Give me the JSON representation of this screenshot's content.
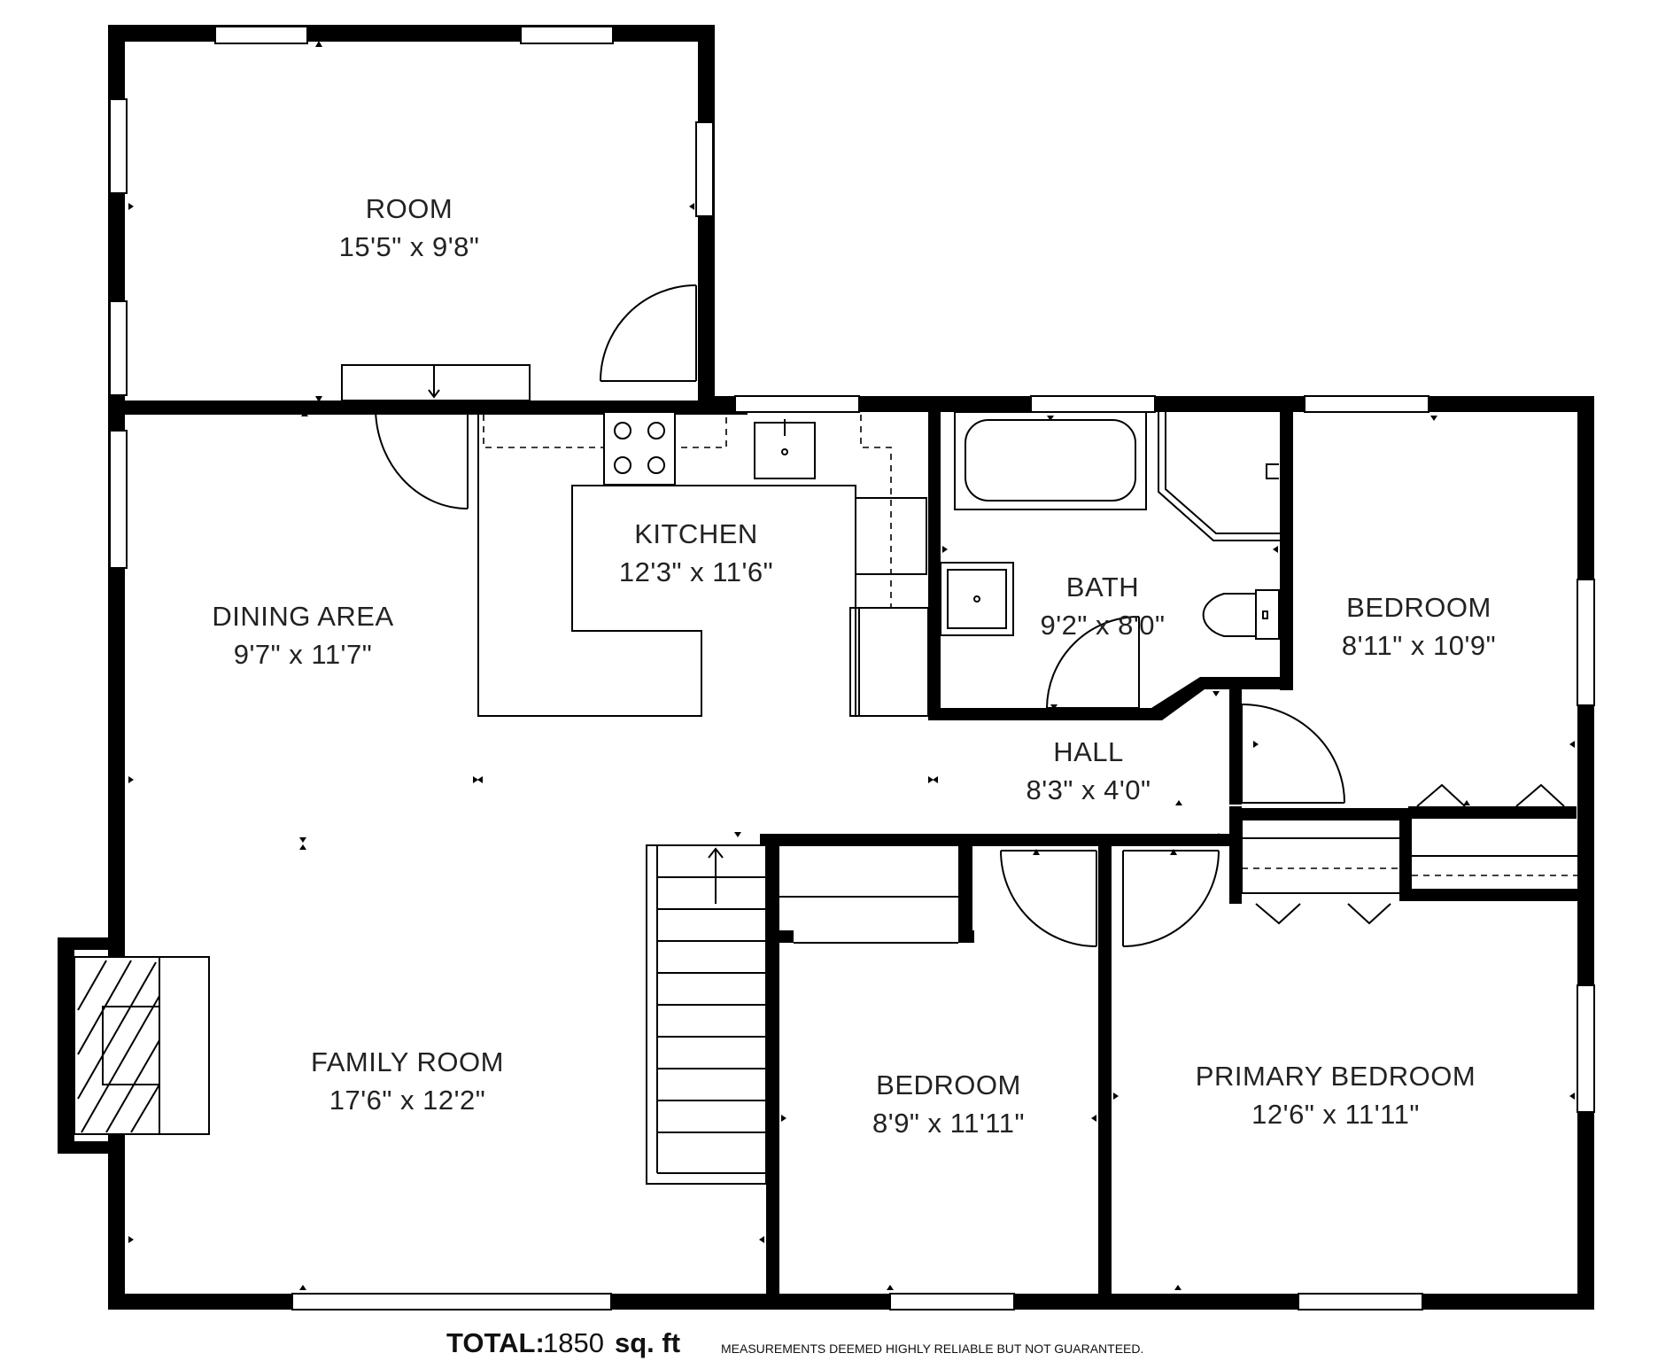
{
  "rooms": {
    "room": {
      "name": "ROOM",
      "dims": "15'5\" x 9'8\""
    },
    "kitchen": {
      "name": "KITCHEN",
      "dims": "12'3\" x 11'6\""
    },
    "dining_area": {
      "name": "DINING AREA",
      "dims": "9'7\" x 11'7\""
    },
    "bath": {
      "name": "BATH",
      "dims": "9'2\" x 8'0\""
    },
    "bedroom_east": {
      "name": "BEDROOM",
      "dims": "8'11\" x 10'9\""
    },
    "hall": {
      "name": "HALL",
      "dims": "8'3\" x 4'0\""
    },
    "family_room": {
      "name": "FAMILY ROOM",
      "dims": "17'6\" x 12'2\""
    },
    "bedroom_south": {
      "name": "BEDROOM",
      "dims": "8'9\" x 11'11\""
    },
    "primary_bedroom": {
      "name": "PRIMARY BEDROOM",
      "dims": "12'6\" x 11'11\""
    }
  },
  "footer": {
    "total_label": "TOTAL:",
    "total_value": "1850",
    "total_unit": "sq. ft",
    "disclaimer": "MEASUREMENTS DEEMED HIGHLY RELIABLE BUT NOT GUARANTEED."
  },
  "colors": {
    "wall": "#000000",
    "background": "#ffffff",
    "text": "#222222"
  }
}
